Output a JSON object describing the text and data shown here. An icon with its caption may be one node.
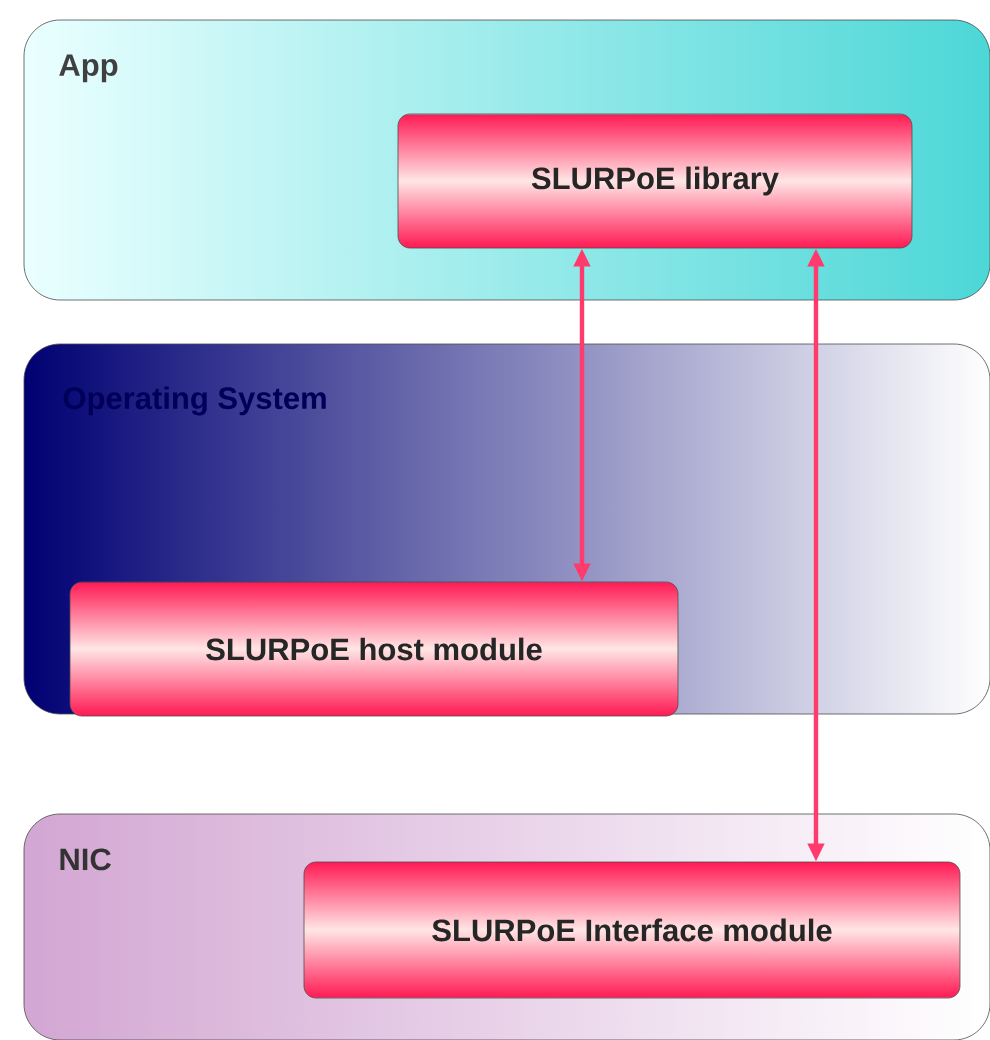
{
  "diagram": {
    "nodes": [
      {
        "text": [
          "App"
        ]
      },
      {
        "text": [
          "SLURPoE library"
        ],
        "in": 0
      },
      {
        "text": [
          "Operating System"
        ]
      },
      {
        "text": [
          "SLURPoE host module"
        ],
        "in": 2
      },
      {
        "text": [
          "NIC"
        ]
      },
      {
        "text": [
          "SLURPoE Interface module"
        ],
        "in": 4
      }
    ],
    "edges": [
      {
        "from": 1,
        "to": 3,
        "arrow": "both"
      },
      {
        "from": 1,
        "to": 5,
        "arrow": "both"
      }
    ]
  }
}
